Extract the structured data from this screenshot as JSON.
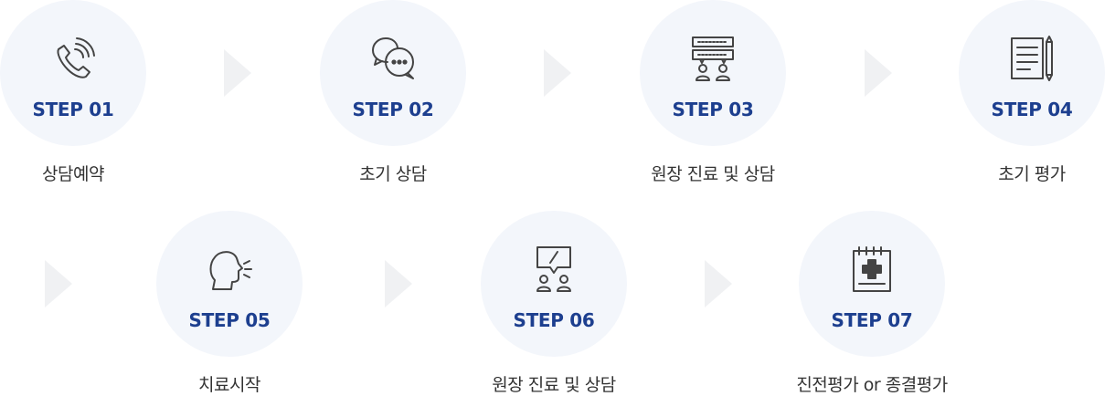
{
  "colors": {
    "circle_bg": "#f3f6fb",
    "step_text": "#1d3f8f",
    "name_text": "#333333",
    "icon_stroke": "#444444",
    "arrow": "#f0f1f3"
  },
  "steps": [
    {
      "label": "STEP 01",
      "name": "상담예약",
      "icon": "phone-icon"
    },
    {
      "label": "STEP 02",
      "name": "초기 상담",
      "icon": "chat-bubbles-icon"
    },
    {
      "label": "STEP 03",
      "name": "원장 진료 및 상담",
      "icon": "consultation-board-icon"
    },
    {
      "label": "STEP 04",
      "name": "초기 평가",
      "icon": "notepad-pencil-icon"
    },
    {
      "label": "STEP 05",
      "name": "치료시작",
      "icon": "speaking-head-icon"
    },
    {
      "label": "STEP 06",
      "name": "원장 진료 및 상담",
      "icon": "speech-bubble-people-icon"
    },
    {
      "label": "STEP 07",
      "name": "진전평가 or 종결평가",
      "icon": "medical-chart-icon"
    }
  ]
}
